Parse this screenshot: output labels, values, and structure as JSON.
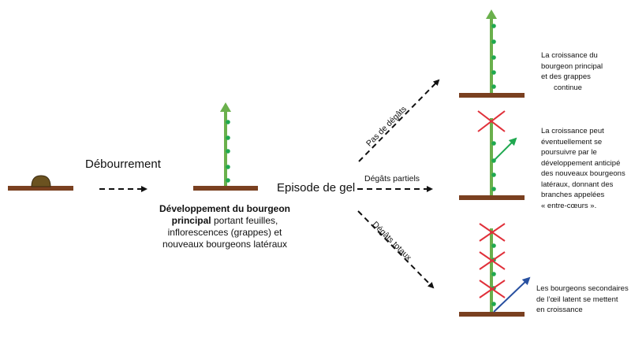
{
  "labels": {
    "budburst": "Débourrement",
    "frost_event": "Episode de gel",
    "no_damage": "Pas de dégâts",
    "partial_damage": "Dégâts partiels",
    "total_damage": "Dégâts totaux"
  },
  "caption": {
    "bold": "Développement du bourgeon principal",
    "rest": " portant feuilles, inflorescences (grappes) et nouveaux bourgeons latéraux"
  },
  "outcomes": {
    "no_damage": [
      "La croissance du",
      "bourgeon principal",
      "et des grappes",
      "continue"
    ],
    "partial_damage": [
      "La croissance peut",
      "éventuellement se",
      "poursuivre par le",
      "développement anticipé",
      "des nouveaux bourgeons",
      "latéraux, donnant des",
      "branches appelées",
      "« entre-cœurs »."
    ],
    "total_damage": [
      "Les bourgeons secondaires",
      "de l’œil latent se mettent",
      "en croissance"
    ]
  },
  "colors": {
    "soil": "#7a4020",
    "stem": "#6ab04c",
    "node": "#1fa84f",
    "cross": "#e0303a",
    "bud": "#6b5220",
    "partial_arrow": "#1fa84f",
    "total_arrow": "#2850a0"
  }
}
